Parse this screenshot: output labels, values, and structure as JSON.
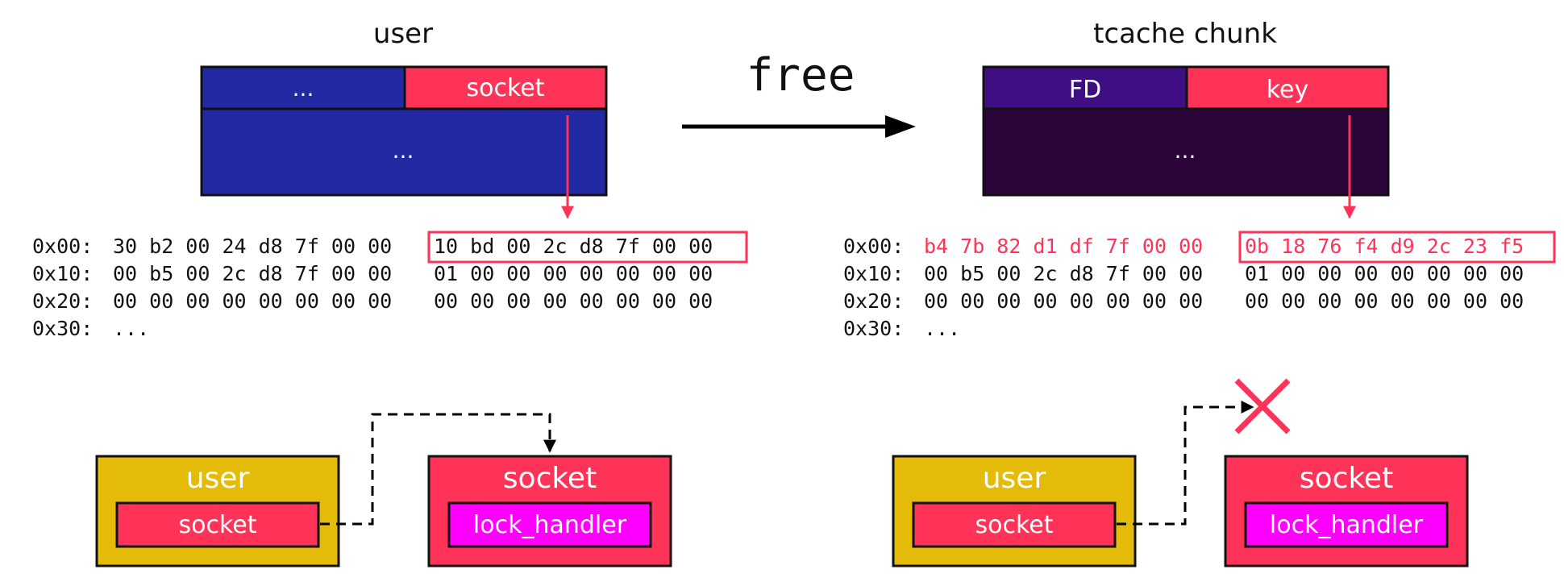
{
  "colors": {
    "user_blue": "#2229a3",
    "socket_red": "#ff3358",
    "tcache_purple": "#3e0e82",
    "tcache_dark": "#2b0539",
    "user_gold": "#e5bb0a",
    "lock_magenta": "#ff00ff",
    "outline": "#111111"
  },
  "left_chunk": {
    "title": "user",
    "cell_left": "...",
    "cell_right": "socket",
    "body": "..."
  },
  "free_label": "free",
  "right_chunk": {
    "title": "tcache chunk",
    "cell_left": "FD",
    "cell_right": "key",
    "body": "..."
  },
  "left_dump": {
    "rows": [
      {
        "offset": "0x00:",
        "a": "30 b2 00 24 d8 7f 00 00",
        "b": "10 bd 00 2c d8 7f 00 00"
      },
      {
        "offset": "0x10:",
        "a": "00 b5 00 2c d8 7f 00 00",
        "b": "01 00 00 00 00 00 00 00"
      },
      {
        "offset": "0x20:",
        "a": "00 00 00 00 00 00 00 00",
        "b": "00 00 00 00 00 00 00 00"
      },
      {
        "offset": "0x30:",
        "a": "...",
        "b": ""
      }
    ]
  },
  "right_dump": {
    "rows": [
      {
        "offset": "0x00:",
        "a": "b4 7b 82 d1 df 7f 00 00",
        "b": "0b 18 76 f4 d9 2c 23 f5"
      },
      {
        "offset": "0x10:",
        "a": "00 b5 00 2c d8 7f 00 00",
        "b": "01 00 00 00 00 00 00 00"
      },
      {
        "offset": "0x20:",
        "a": "00 00 00 00 00 00 00 00",
        "b": "00 00 00 00 00 00 00 00"
      },
      {
        "offset": "0x30:",
        "a": "...",
        "b": ""
      }
    ]
  },
  "bottom_left": {
    "user_title": "user",
    "user_field": "socket",
    "socket_title": "socket",
    "socket_field": "lock_handler"
  },
  "bottom_right": {
    "user_title": "user",
    "user_field": "socket",
    "socket_title": "socket",
    "socket_field": "lock_handler"
  }
}
